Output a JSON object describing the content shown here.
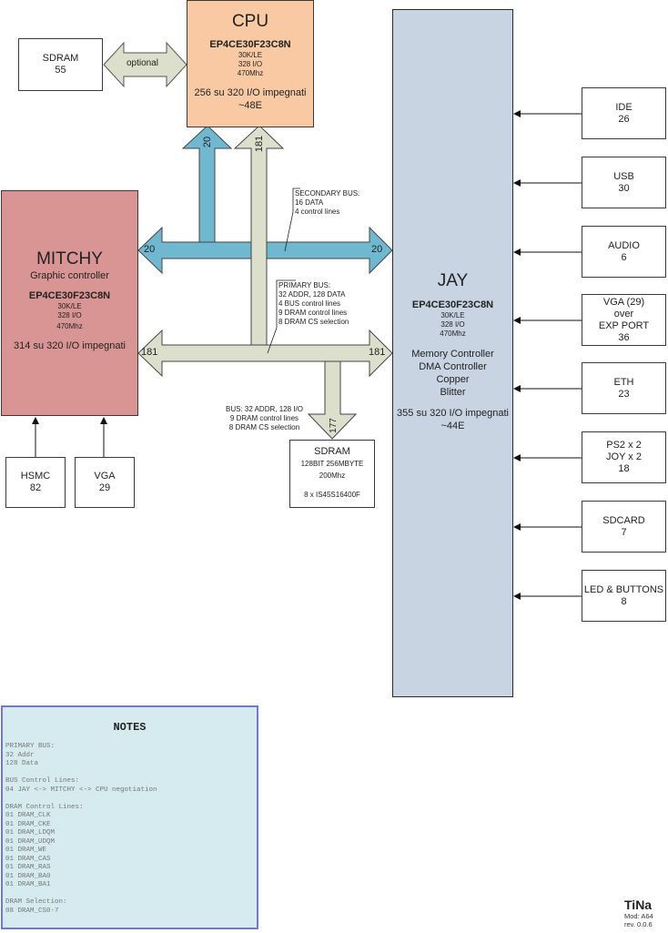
{
  "colors": {
    "cpu_fill": "#f9c9a3",
    "mitchy_fill": "#d99494",
    "jay_fill": "#c8d4e2",
    "secondary_bus_fill": "#6fb8cf",
    "primary_bus_fill": "#dcdfcb",
    "notes_fill": "#d5ebef",
    "notes_border": "#6f78d4"
  },
  "cpu": {
    "title": "CPU",
    "part": "EP4CE30F23C8N",
    "specs": [
      "30K/LE",
      "328 I/O",
      "470Mhz"
    ],
    "usage": "256 su 320 I/O impegnati",
    "usage_extra": "~48E"
  },
  "mitchy": {
    "title": "MITCHY",
    "subtitle": "Graphic controller",
    "part": "EP4CE30F23C8N",
    "specs": [
      "30K/LE",
      "328 I/O",
      "470Mhz"
    ],
    "usage": "314 su 320 I/O impegnati"
  },
  "jay": {
    "title": "JAY",
    "part": "EP4CE30F23C8N",
    "specs": [
      "30K/LE",
      "328 I/O",
      "470Mhz"
    ],
    "functions": [
      "Memory Controller",
      "DMA Controller",
      "Copper",
      "Blitter"
    ],
    "usage": "355 su 320 I/O impegnati",
    "usage_extra": "~44E"
  },
  "sdram_cpu": {
    "name": "SDRAM",
    "pins": "55",
    "link_label": "optional"
  },
  "sdram_main": {
    "name": "SDRAM",
    "spec": "128BIT 256MBYTE",
    "speed": "200Mhz",
    "chips": "8 x IS45S16400F"
  },
  "buses": {
    "secondary": {
      "width_cpu": "20",
      "width_mitchy": "20",
      "width_jay": "20",
      "label": [
        "SECONDARY BUS:",
        "16 DATA",
        "4 control lines"
      ]
    },
    "primary": {
      "width_cpu": "181",
      "width_mitchy": "181",
      "width_jay": "181",
      "label": [
        "PRIMARY BUS:",
        "32 ADDR, 128 DATA",
        "4 BUS control lines",
        "9 DRAM control lines",
        "8 DRAM CS selection"
      ]
    },
    "sdram": {
      "width": "177",
      "label": [
        "BUS: 32 ADDR, 128 I/O",
        "9 DRAM control lines",
        "8 DRAM CS selection"
      ]
    }
  },
  "mitchy_peripherals": [
    {
      "name": "HSMC",
      "pins": "82"
    },
    {
      "name": "VGA",
      "pins": "29"
    }
  ],
  "jay_peripherals": [
    {
      "lines": [
        "IDE",
        "26"
      ]
    },
    {
      "lines": [
        "USB",
        "30"
      ]
    },
    {
      "lines": [
        "AUDIO",
        "6"
      ]
    },
    {
      "lines": [
        "VGA (29)",
        "over",
        "EXP PORT",
        "36"
      ]
    },
    {
      "lines": [
        "ETH",
        "23"
      ]
    },
    {
      "lines": [
        "PS2 x 2",
        "JOY x 2",
        "18"
      ]
    },
    {
      "lines": [
        "SDCARD",
        "7"
      ]
    },
    {
      "lines": [
        "LED & BUTTONS",
        "8"
      ]
    }
  ],
  "notes": {
    "title": "NOTES",
    "body": "PRIMARY BUS:\n32 Addr\n128 Data\n\nBUS Control Lines:\n04 JAY <-> MITCHY <-> CPU negotiation\n\nDRAM Control Lines:\n01 DRAM_CLK\n01 DRAM_CKE\n01 DRAM_LDQM\n01 DRAM_UDQM\n01 DRAM_WE\n01 DRAM_CAS\n01 DRAM_RAS\n01 DRAM_BA0\n01 DRAM_BA1\n\nDRAM Selection:\n08 DRAM_CS0-7"
  },
  "footer": {
    "title": "TiNa",
    "model": "Mod: A64",
    "revision": "rev. 0.0.6"
  }
}
